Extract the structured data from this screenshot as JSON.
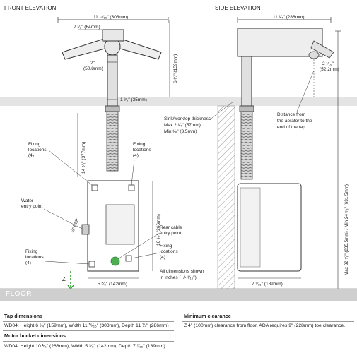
{
  "titles": {
    "front": "FRONT ELEVATION",
    "side": "SIDE ELEVATION"
  },
  "dimensions": {
    "front_width": "11 ¹⁵⁄₁₆\" (303mm)",
    "side_depth": "11 ¹⁄₄\" (286mm)",
    "arm_2_half": "2 ¹⁄₂\" (64mm)",
    "center_2_in": "2\"",
    "center_2_mm": "(50.8mm)",
    "height_6_1_4": "6 ¹⁄₄\" (159mm)",
    "stem_1_3_8": "1 ³⁄₈\" (35mm)",
    "hose_14_7_8": "14 ⁷⁄₈\" (377mm)",
    "bucket_10_1_2": "10 ¹⁄₂\" (266mm)",
    "bucket_width": "5 ⁵⁄₈\" (142mm)",
    "aerator_in": "2 ¹⁄₁₆\"",
    "aerator_mm": "(52.2mm)",
    "side_height": "Max 32 ⁷⁄₈\" (835.5mm) / Min 24 ⁷⁄₈\" (631.5mm)",
    "bucket_depth": "7 ⁷⁄₁₆\" (189mm)",
    "z": "Z"
  },
  "labels": {
    "fixing_top_left": [
      "Fixing",
      "locations",
      "(4)"
    ],
    "fixing_top_right": [
      "Fixing",
      "locations",
      "(4)"
    ],
    "water_entry": [
      "Water",
      "entry point"
    ],
    "bsp": "½\" BSP",
    "fixing_bottom_left": [
      "Fixing",
      "locations",
      "(4)"
    ],
    "rear_cable": [
      "Rear cable",
      "entry point"
    ],
    "fixing_bottom_right": [
      "Fixing",
      "locations",
      "(4)"
    ],
    "all_dims": [
      "All dimensions shown",
      "in inches (+/- ¹⁄₁₆\")"
    ],
    "sink_thickness": [
      "Sink/worktop thickness",
      "Max 2 ¹⁄₄\" (57mm)",
      "Min ¹⁄₈\" (3.5mm)"
    ],
    "distance": [
      "Distance from",
      "the aerator to the",
      "end of the tap"
    ]
  },
  "floor": "FLOOR",
  "specs": {
    "tap_heading": "Tap dimensions",
    "tap_text": "WD04: Height 6 ¹⁄₄\" (159mm), Width 11 ¹⁵⁄₁₆\" (303mm), Depth 11 ¹⁄₄\" (286mm)",
    "motor_heading": "Motor bucket dimensions",
    "motor_text": "WD04: Height 10 ¹⁄₂\" (266mm), Width 5 ⁵⁄₈\" (142mm), Depth 7 ⁷⁄₁₆\" (189mm)",
    "clearance_heading": "Minimum clearance",
    "clearance_text": "Z 4\" (100mm) clearance from floor. ADA requires 9\" (228mm) toe clearance."
  }
}
